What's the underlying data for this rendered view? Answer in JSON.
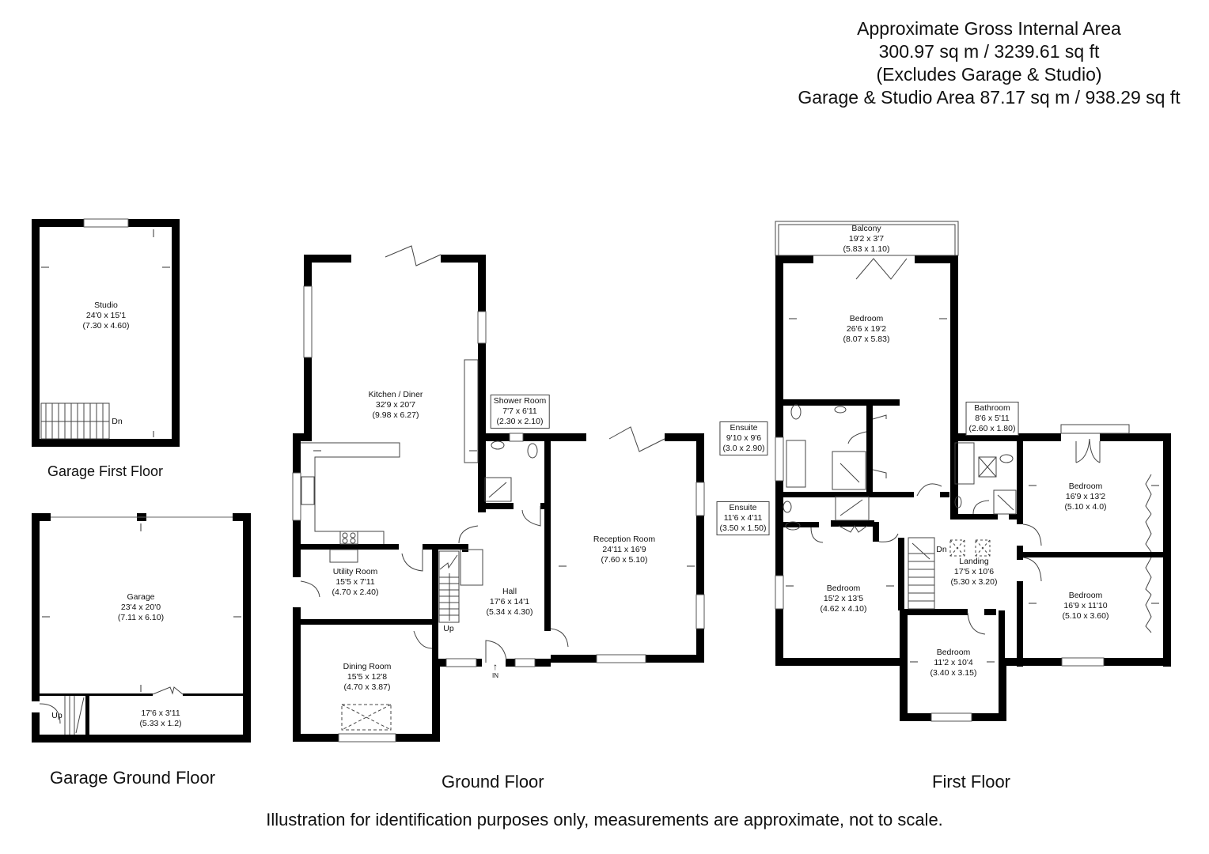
{
  "header": {
    "line1": "Approximate Gross Internal Area",
    "line2": "300.97 sq m / 3239.61 sq ft",
    "line3": "(Excludes Garage & Studio)",
    "line4": "Garage & Studio Area 87.17 sq m / 938.29 sq ft"
  },
  "floors": {
    "garage_first": {
      "label": "Garage First Floor",
      "rooms": [
        {
          "name": "Studio",
          "imperial": "24'0 x 15'1",
          "metric": "(7.30 x 4.60)"
        }
      ],
      "stairs_label": "Dn"
    },
    "garage_ground": {
      "label": "Garage Ground Floor",
      "rooms": [
        {
          "name": "Garage",
          "imperial": "23'4 x 20'0",
          "metric": "(7.11 x 6.10)"
        },
        {
          "name": "",
          "imperial": "17'6 x 3'11",
          "metric": "(5.33 x 1.2)"
        }
      ],
      "stairs_label": "Up"
    },
    "ground": {
      "label": "Ground Floor",
      "rooms": [
        {
          "name": "Kitchen / Diner",
          "imperial": "32'9 x 20'7",
          "metric": "(9.98 x 6.27)"
        },
        {
          "name": "Shower Room",
          "imperial": "7'7 x 6'11",
          "metric": "(2.30 x 2.10)"
        },
        {
          "name": "Reception Room",
          "imperial": "24'11 x 16'9",
          "metric": "(7.60 x 5.10)"
        },
        {
          "name": "Utility Room",
          "imperial": "15'5 x 7'11",
          "metric": "(4.70 x 2.40)"
        },
        {
          "name": "Hall",
          "imperial": "17'6 x 14'1",
          "metric": "(5.34 x 4.30)"
        },
        {
          "name": "Dining Room",
          "imperial": "15'5 x 12'8",
          "metric": "(4.70 x 3.87)"
        }
      ],
      "stairs_label": "Up",
      "entrance_label": "IN"
    },
    "first": {
      "label": "First Floor",
      "rooms": [
        {
          "name": "Balcony",
          "imperial": "19'2 x 3'7",
          "metric": "(5.83 x 1.10)"
        },
        {
          "name": "Bedroom",
          "imperial": "26'6 x 19'2",
          "metric": "(8.07 x 5.83)"
        },
        {
          "name": "Ensuite",
          "imperial": "9'10 x 9'6",
          "metric": "(3.0 x 2.90)"
        },
        {
          "name": "Ensuite",
          "imperial": "11'6 x 4'11",
          "metric": "(3.50 x 1.50)"
        },
        {
          "name": "Bathroom",
          "imperial": "8'6 x 5'11",
          "metric": "(2.60 x 1.80)"
        },
        {
          "name": "Bedroom",
          "imperial": "16'9 x 13'2",
          "metric": "(5.10 x 4.0)"
        },
        {
          "name": "Landing",
          "imperial": "17'5 x 10'6",
          "metric": "(5.30 x 3.20)"
        },
        {
          "name": "Bedroom",
          "imperial": "15'2 x 13'5",
          "metric": "(4.62 x 4.10)"
        },
        {
          "name": "Bedroom",
          "imperial": "16'9 x 11'10",
          "metric": "(5.10 x 3.60)"
        },
        {
          "name": "Bedroom",
          "imperial": "11'2 x 10'4",
          "metric": "(3.40 x 3.15)"
        }
      ],
      "stairs_label": "Dn"
    }
  },
  "disclaimer": "Illustration for identification purposes only, measurements are approximate, not to scale.",
  "colors": {
    "wall": "#000000",
    "background": "#ffffff",
    "text": "#111111"
  }
}
